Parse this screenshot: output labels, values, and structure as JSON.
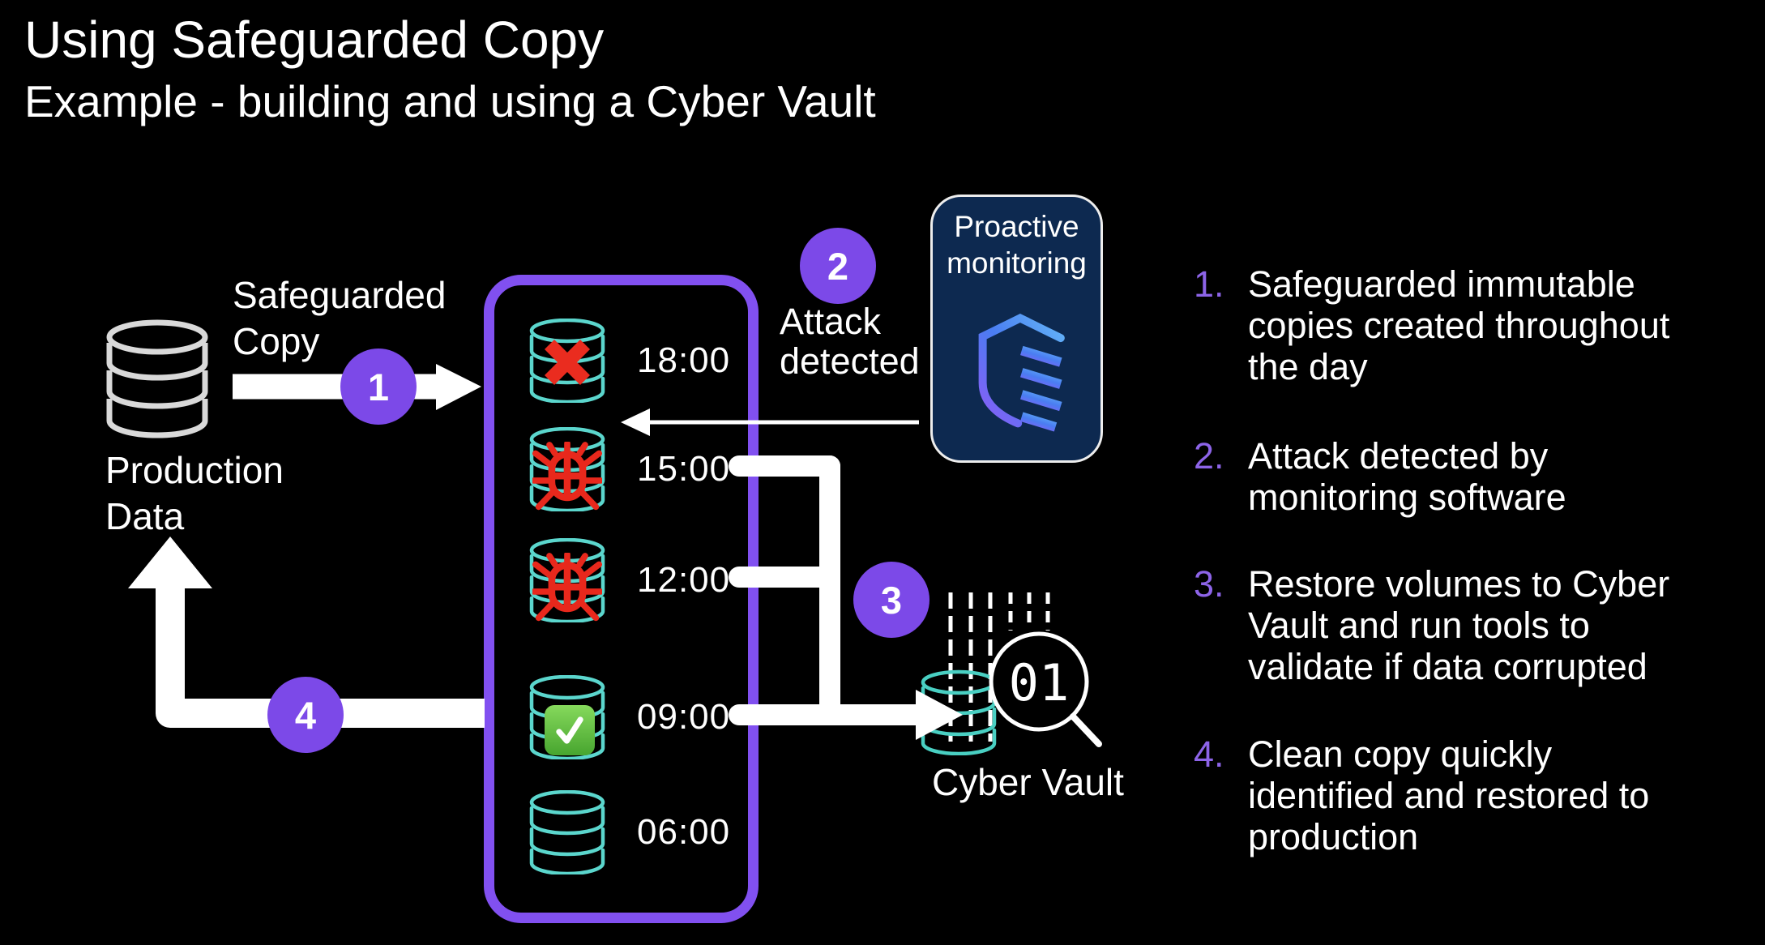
{
  "slide": {
    "title": "Using Safeguarded Copy",
    "subtitle": "Example - building and using a Cyber Vault"
  },
  "diagram": {
    "production": {
      "icon": "production-database-icon",
      "label_line1": "Production",
      "label_line2": "Data"
    },
    "safeguarded_copy": {
      "label_line1": "Safeguarded",
      "label_line2": "Copy"
    },
    "steps": [
      {
        "number": "1"
      },
      {
        "number": "2",
        "label_line1": "Attack",
        "label_line2": "detected"
      },
      {
        "number": "3"
      },
      {
        "number": "4"
      }
    ],
    "vault_rows": [
      {
        "time": "18:00",
        "icon": "copy-database-icon",
        "status_icon": "red-x-corrupted-icon"
      },
      {
        "time": "15:00",
        "icon": "copy-database-icon",
        "status_icon": "red-bug-infected-icon"
      },
      {
        "time": "12:00",
        "icon": "copy-database-icon",
        "status_icon": "red-bug-infected-icon"
      },
      {
        "time": "09:00",
        "icon": "copy-database-icon",
        "status_icon": "green-check-clean-icon"
      },
      {
        "time": "06:00",
        "icon": "copy-database-icon",
        "status_icon": "none"
      }
    ],
    "monitoring": {
      "label_line1": "Proactive",
      "label_line2": "monitoring",
      "icon": "shield-stripes-icon"
    },
    "cyber_vault": {
      "label": "Cyber Vault",
      "magnifier_text": "01",
      "icon": "database-scan-icon"
    }
  },
  "legend": {
    "items": [
      {
        "number": "1.",
        "text": "Safeguarded immutable copies created throughout the day"
      },
      {
        "number": "2.",
        "text": "Attack detected by monitoring software"
      },
      {
        "number": "3.",
        "text": "Restore volumes to Cyber Vault and run tools to validate if data corrupted"
      },
      {
        "number": "4.",
        "text": "Clean copy quickly identified and restored to production"
      }
    ]
  },
  "colors": {
    "background": "#000000",
    "accent_purple_circle": "#7c49e8",
    "vault_border_purple": "#8150f0",
    "legend_number_purple": "#8d64e8",
    "copy_teal": "#5bd6cd",
    "cyber_vault_teal": "#49cfc2",
    "alert_red": "#e8281c",
    "clean_green": "#5cb840",
    "monitoring_navy": "#0d2950",
    "shield_gradient_top": "#64b5f7",
    "shield_gradient_bottom": "#8b5cf6"
  }
}
